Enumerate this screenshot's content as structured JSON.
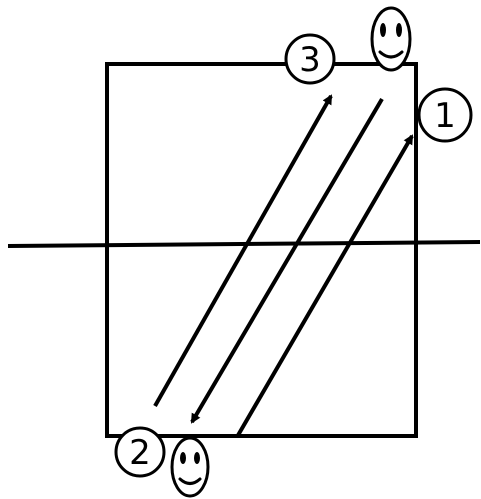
{
  "diagram": {
    "step_labels": {
      "one": "1",
      "two": "2",
      "three": "3"
    },
    "faces": [
      {
        "name": "smiley-face-top",
        "icon": "smiley-face-icon"
      },
      {
        "name": "smiley-face-bottom",
        "icon": "smiley-face-icon"
      }
    ],
    "arrows": [
      {
        "name": "arrow-bottom-right-to-1",
        "direction": "up-right"
      },
      {
        "name": "arrow-top-face-to-2",
        "direction": "down-left"
      },
      {
        "name": "arrow-2-to-3",
        "direction": "up-right"
      }
    ],
    "colors": {
      "stroke": "#000000",
      "background": "#ffffff"
    }
  }
}
